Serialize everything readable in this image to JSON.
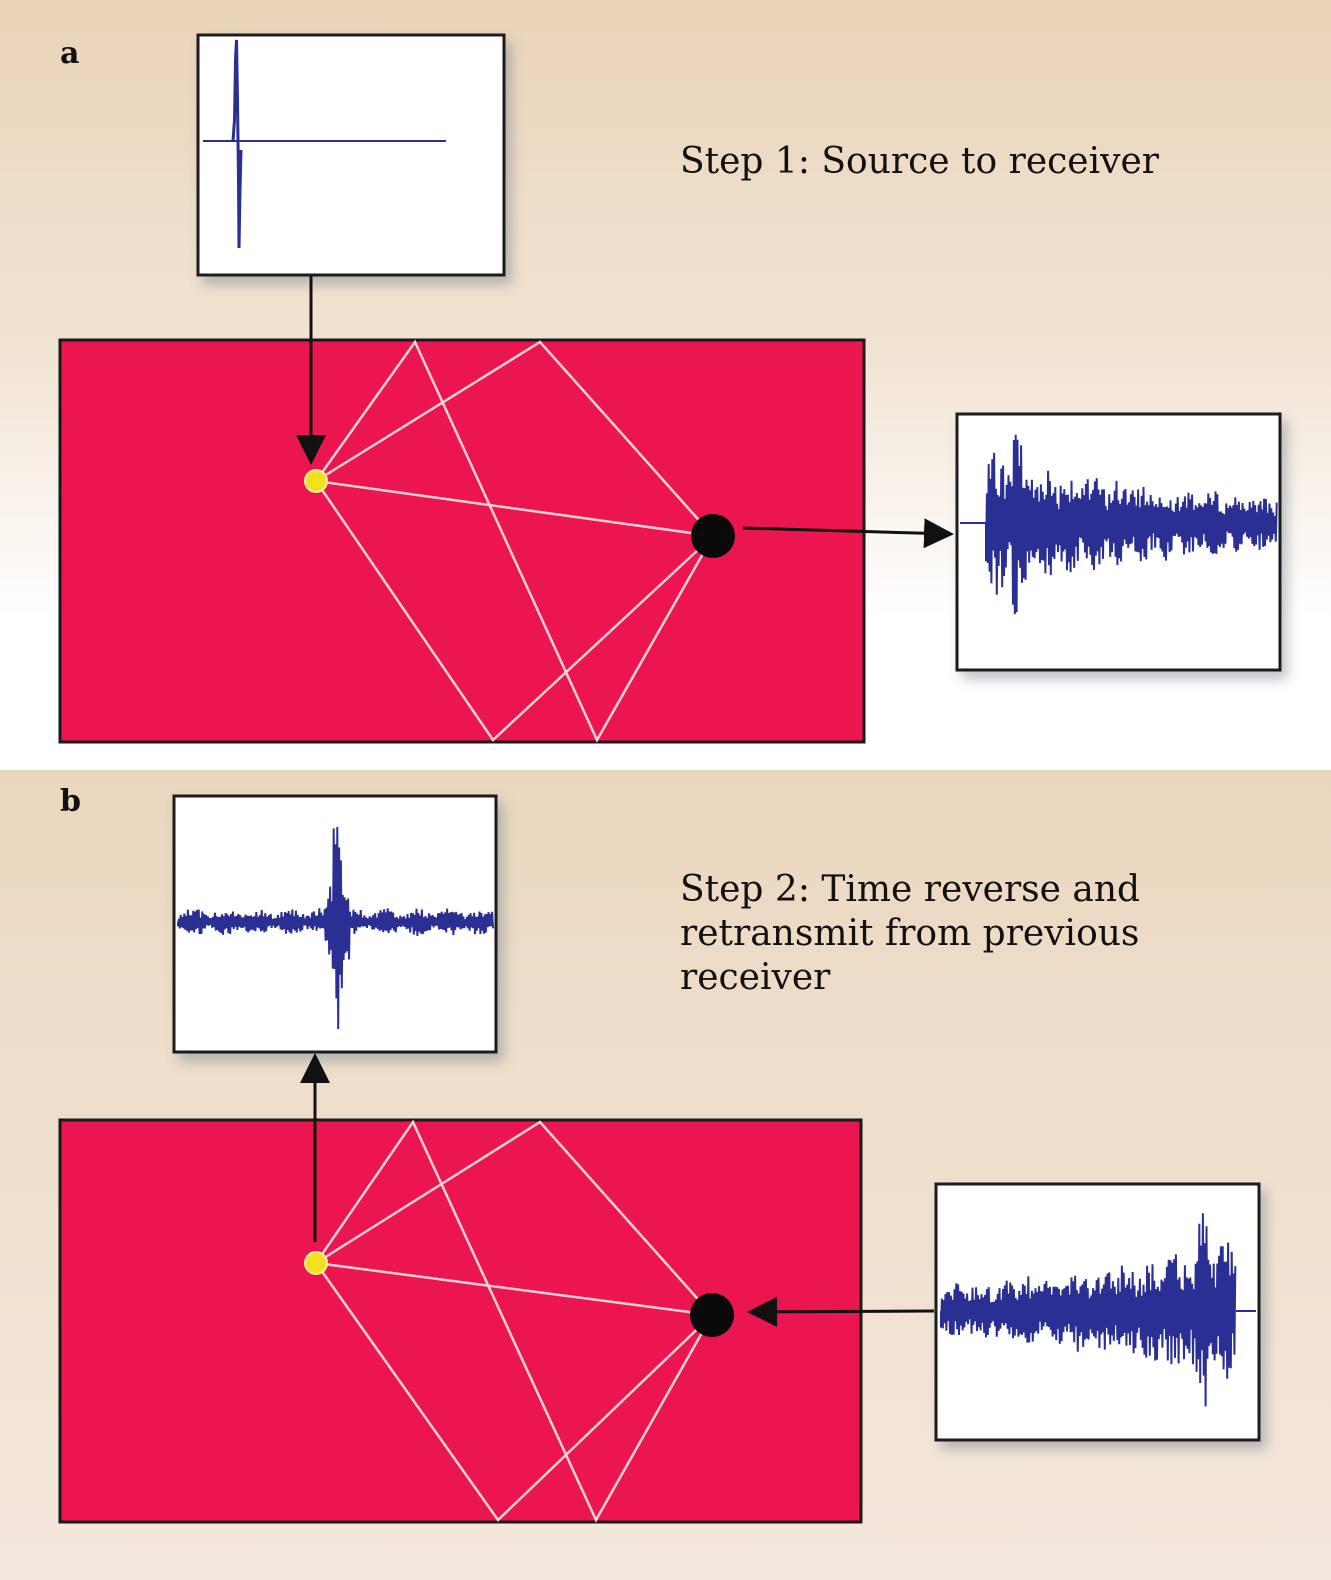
{
  "panel_a": {
    "letter": "a",
    "step_text": "Step 1: Source to receiver"
  },
  "panel_b": {
    "letter": "b",
    "step_text": "Step 2: Time reverse and\nretransmit from previous\nreceiver"
  },
  "colors": {
    "medium": "#eb1650",
    "waveform": "#2a2f94",
    "ray": "#f6d2d8",
    "source": "#f4e01e",
    "receiver": "#0a0a0a",
    "frame": "#1a1a1a"
  },
  "icons": {
    "source": "yellow-source-dot",
    "receiver": "black-receiver-dot",
    "arrow": "arrowhead"
  }
}
